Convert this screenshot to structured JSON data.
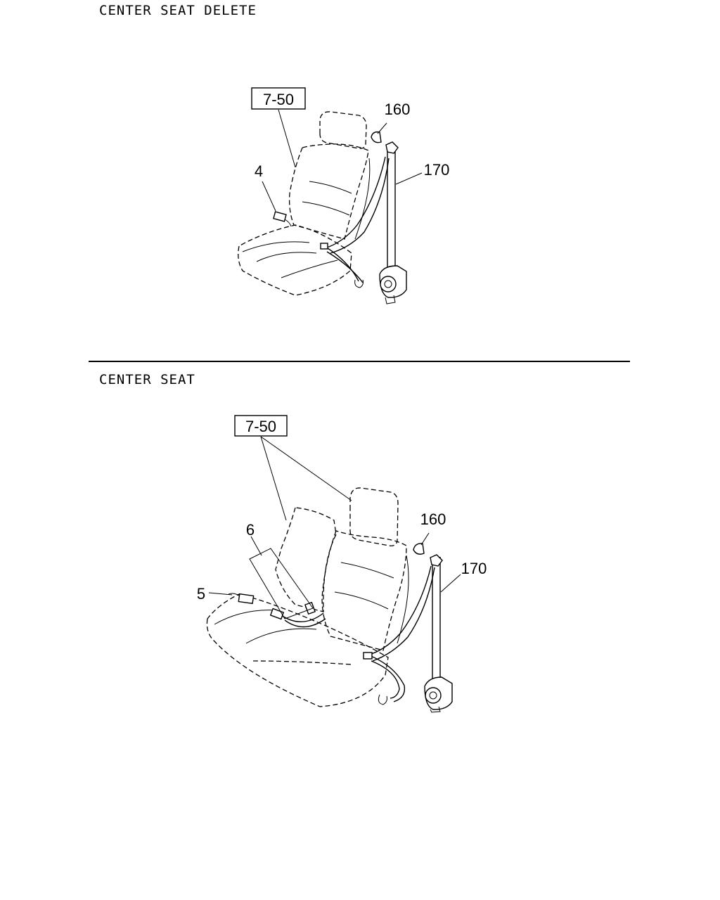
{
  "top_section": {
    "title": "CENTER SEAT DELETE",
    "ref_box": "7-50",
    "callouts": {
      "c160": "160",
      "c170": "170",
      "c4": "4"
    }
  },
  "bottom_section": {
    "title": "CENTER SEAT",
    "ref_box": "7-50",
    "callouts": {
      "c160": "160",
      "c170": "170",
      "c6": "6",
      "c5": "5"
    }
  }
}
